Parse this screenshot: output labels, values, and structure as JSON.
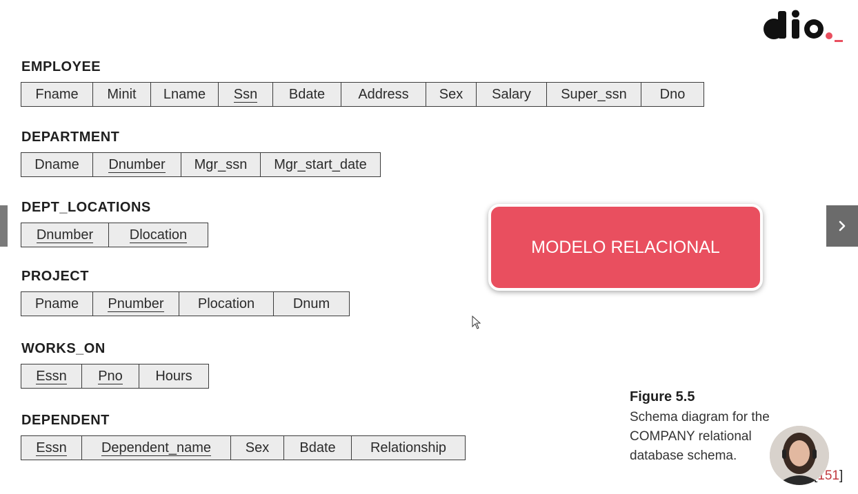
{
  "logo": {
    "text": "dio",
    "accent_color": "#e94f5f",
    "icon": "dio-logo"
  },
  "relations": [
    {
      "name": "EMPLOYEE",
      "attributes": [
        {
          "label": "Fname",
          "key": false
        },
        {
          "label": "Minit",
          "key": false
        },
        {
          "label": "Lname",
          "key": false
        },
        {
          "label": "Ssn",
          "key": true
        },
        {
          "label": "Bdate",
          "key": false
        },
        {
          "label": "Address",
          "key": false
        },
        {
          "label": "Sex",
          "key": false
        },
        {
          "label": "Salary",
          "key": false
        },
        {
          "label": "Super_ssn",
          "key": false
        },
        {
          "label": "Dno",
          "key": false
        }
      ]
    },
    {
      "name": "DEPARTMENT",
      "attributes": [
        {
          "label": "Dname",
          "key": false
        },
        {
          "label": "Dnumber",
          "key": true
        },
        {
          "label": "Mgr_ssn",
          "key": false
        },
        {
          "label": "Mgr_start_date",
          "key": false
        }
      ]
    },
    {
      "name": "DEPT_LOCATIONS",
      "attributes": [
        {
          "label": "Dnumber",
          "key": true
        },
        {
          "label": "Dlocation",
          "key": true
        }
      ]
    },
    {
      "name": "PROJECT",
      "attributes": [
        {
          "label": "Pname",
          "key": false
        },
        {
          "label": "Pnumber",
          "key": true
        },
        {
          "label": "Plocation",
          "key": false
        },
        {
          "label": "Dnum",
          "key": false
        }
      ]
    },
    {
      "name": "WORKS_ON",
      "attributes": [
        {
          "label": "Essn",
          "key": true
        },
        {
          "label": "Pno",
          "key": true
        },
        {
          "label": "Hours",
          "key": false
        }
      ]
    },
    {
      "name": "DEPENDENT",
      "attributes": [
        {
          "label": "Essn",
          "key": true
        },
        {
          "label": "Dependent_name",
          "key": true
        },
        {
          "label": "Sex",
          "key": false
        },
        {
          "label": "Bdate",
          "key": false
        },
        {
          "label": "Relationship",
          "key": false
        }
      ]
    }
  ],
  "badge": {
    "label": "MODELO RELACIONAL",
    "color": "#e94f5f"
  },
  "navigation": {
    "left_icon": "chevron-left-icon",
    "right_icon": "chevron-right-icon"
  },
  "figure": {
    "title": "Figure 5.5",
    "caption_lines": [
      "Schema diagram for the",
      "COMPANY relational",
      "database schema."
    ]
  },
  "page": {
    "bracket_open": "[",
    "number": "151",
    "bracket_close": "]"
  }
}
